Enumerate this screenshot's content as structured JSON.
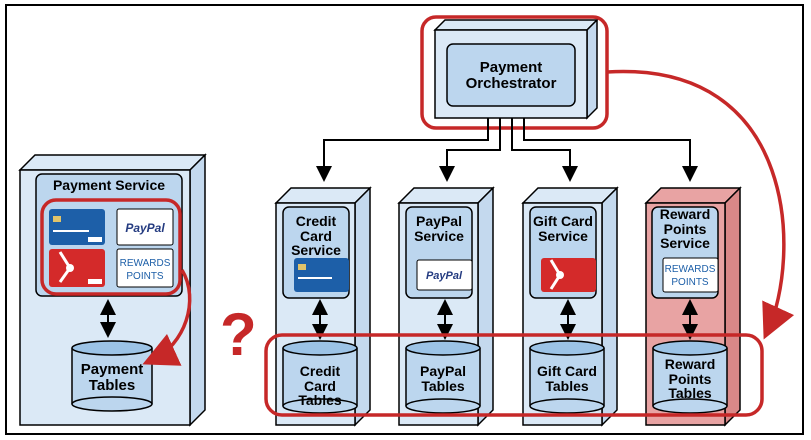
{
  "orchestrator": {
    "line1": "Payment",
    "line2": "Orchestrator"
  },
  "monolith": {
    "title": "Payment Service",
    "cards": {
      "paypal": "PayPal",
      "rewards_1": "REWARDS",
      "rewards_2": "POINTS"
    },
    "table_line1": "Payment",
    "table_line2": "Tables"
  },
  "question_mark": "?",
  "services": [
    {
      "line1": "Credit Card",
      "line2": "Service",
      "line3": "",
      "table1": "Credit Card",
      "table2": "Tables",
      "table3": ""
    },
    {
      "line1": "PayPal",
      "line2": "Service",
      "line3": "",
      "table1": "PayPal",
      "table2": "Tables",
      "table3": "",
      "logo": "PayPal"
    },
    {
      "line1": "Gift Card",
      "line2": "Service",
      "line3": "",
      "table1": "Gift Card",
      "table2": "Tables",
      "table3": ""
    },
    {
      "line1": "Reward",
      "line2": "Points",
      "line3": "Service",
      "table1": "Reward",
      "table2": "Points",
      "table3": "Tables",
      "logo1": "REWARDS",
      "logo2": "POINTS"
    }
  ],
  "colors": {
    "box_fill": "#dbe9f6",
    "inner_fill": "#bcd6ee",
    "highlight_red": "#c62828",
    "reward_fill": "#e8a3a3"
  }
}
